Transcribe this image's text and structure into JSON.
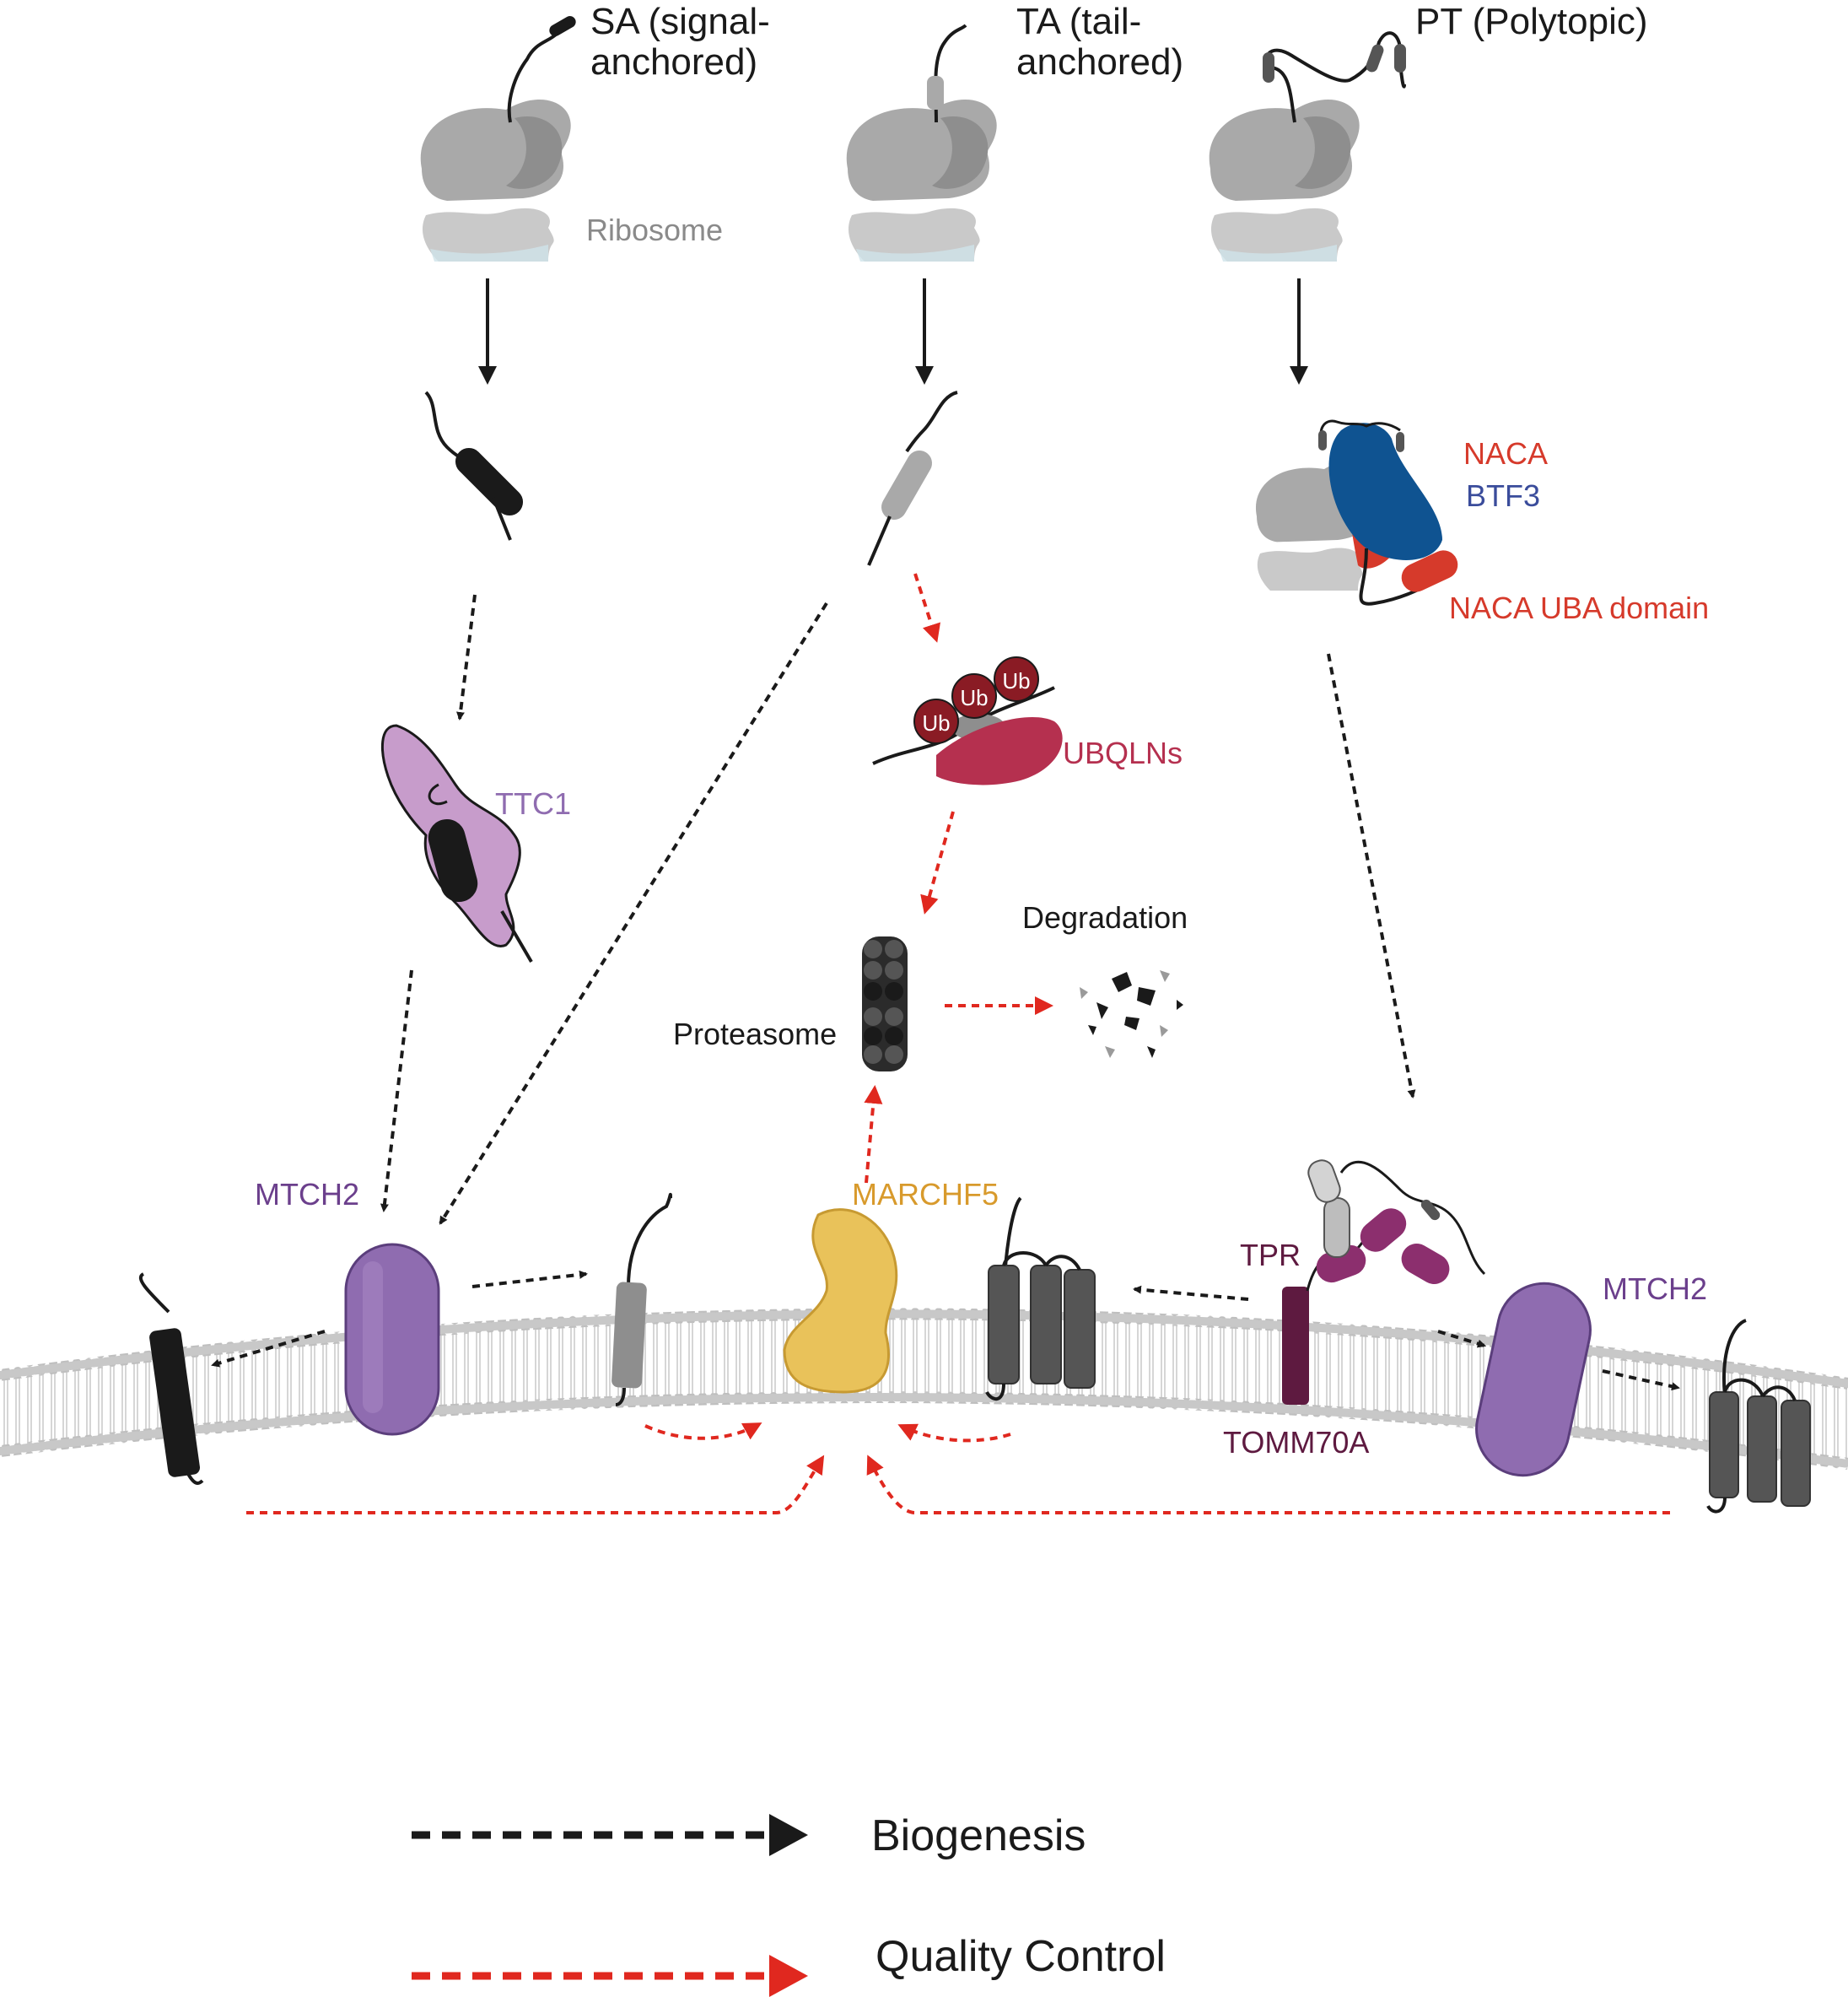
{
  "labels": {
    "sa_line1": "SA (signal-",
    "sa_line2": "anchored)",
    "ta_line1": "TA (tail-",
    "ta_line2": "anchored)",
    "pt": "PT (Polytopic)",
    "ribosome": "Ribosome",
    "naca": "NACA",
    "btf3": "BTF3",
    "naca_uba": "NACA UBA domain",
    "ttc1": "TTC1",
    "ubqlns": "UBQLNs",
    "ub": "Ub",
    "degradation": "Degradation",
    "proteasome": "Proteasome",
    "marchf5": "MARCHF5",
    "mtch2_left": "MTCH2",
    "mtch2_right": "MTCH2",
    "tpr": "TPR",
    "tomm70a": "TOMM70A"
  },
  "legend": {
    "biogenesis": "Biogenesis",
    "quality_control": "Quality Control"
  },
  "colors": {
    "biogenesis": "#1a1a1a",
    "quality_control": "#e0281f",
    "mtch2": "#8f6cb0",
    "ttc1": "#c79ccb",
    "marchf5": "#e9c25a",
    "marchf5_text": "#d89a2c",
    "ubqln": "#b5304f",
    "ub": "#8a1b24",
    "naca": "#d63a2b",
    "btf3": "#0f5391",
    "btf3_text": "#3a4c9b",
    "tomm70": "#5e1a40",
    "tpr": "#8c2f6e",
    "ribosome_text": "#8a8a8a"
  }
}
